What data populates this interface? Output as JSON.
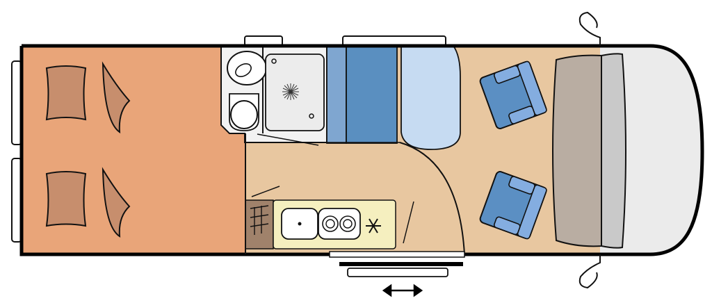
{
  "diagram": {
    "type": "camper-van-floor-plan",
    "zones": [
      {
        "id": "rear-bed",
        "fill": "#e9a579"
      },
      {
        "id": "floor",
        "fill": "#e8c7a0"
      },
      {
        "id": "washroom",
        "fill": "#f2f2f2"
      },
      {
        "id": "kitchen-counter",
        "fill": "#f5efbf"
      },
      {
        "id": "wardrobe",
        "fill": "#a0826b"
      },
      {
        "id": "dinette-bench",
        "fill": "#5a8fc0"
      },
      {
        "id": "dinette-backrest",
        "fill": "#9fc2e2"
      },
      {
        "id": "dinette-table",
        "fill": "#c6dbf2"
      },
      {
        "id": "swivel-seat",
        "fill": "#5b8fc3"
      },
      {
        "id": "dashboard",
        "fill": "#b9ada2"
      },
      {
        "id": "cab-windshield",
        "fill": "#e9e9e9"
      }
    ],
    "icons": [
      "pillow-icon",
      "washbasin-icon",
      "shower-tray-icon",
      "toilet-icon",
      "sink-icon",
      "hob-icon",
      "fridge-snowflake-icon",
      "sliding-door-arrow-icon",
      "mirror-icon"
    ],
    "colors": {
      "outline": "#111111",
      "wall": "#000000",
      "background": "#ffffff"
    }
  }
}
